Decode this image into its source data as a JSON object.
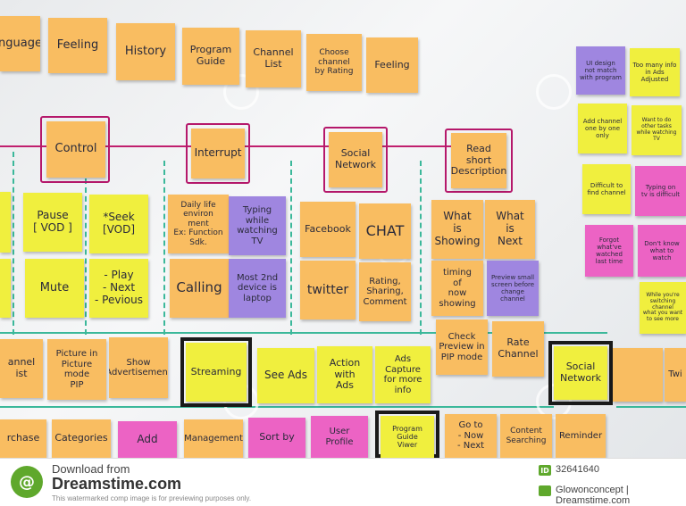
{
  "notes": {
    "n1": "nguage",
    "n2": "Feeling",
    "n3": "History",
    "n4": "Program\nGuide",
    "n5": "Channel\nList",
    "n6": "Choose\nchannel\nby Rating",
    "n7": "Feeling",
    "n8": "Control",
    "n9": "Interrupt",
    "n10": "Social\nNetwork",
    "n11": "Read\nshort\nDescription",
    "n12": "Pause\n[ VOD ]",
    "n13": "*Seek\n[VOD]",
    "n14": "Mute",
    "n15": "- Play\n- Next\n- Pevious",
    "n16": "Daily life\nenviron\nment\nEx: Function Sdk.",
    "n17": "Typing\nwhile\nwatching TV",
    "n18": "Calling",
    "n19": "Most 2nd\ndevice is\nlaptop",
    "n20": "Facebook",
    "n21": "CHAT",
    "n22": "twitter",
    "n23": "Rating,\nSharing,\nComment",
    "n24": "What\nis\nShowing",
    "n25": "What\nis\nNext",
    "n26": "timing\nof\nnow showing",
    "n27": "Preview small\nscreen before\nchange channel",
    "n28": "Check\nPreview in\nPIP mode",
    "n29": "Rate\nChannel",
    "n30": "annel\nist",
    "n31": "Picture in\nPicture mode\nPIP",
    "n32": "Show\nAdvertisement",
    "n33": "Streaming",
    "n34": "See Ads",
    "n35": "Action\nwith\nAds",
    "n36": "Ads\nCapture\nfor more info",
    "n37": "Social\nNetwork",
    "n38": "",
    "n39": "Twi",
    "n40": "rchase",
    "n41": "Categories",
    "n42": "Add",
    "n43": "Management",
    "n44": "Sort by",
    "n45": "User\nProfile",
    "n46": "Program Guide\nViwer",
    "n47": "Go to\n- Now\n- Next",
    "n48": "Content\nSearching",
    "n49": "Reminder",
    "n50": "UI design\nnot match\nwith program",
    "n51": "Too many info\nin Ads\nAdjusted",
    "n52": "Add channel\none by one\nonly",
    "n53": "Want to do\nother tasks\nwhile watching TV",
    "n54": "Difficult to\nfind channel",
    "n55": "Typing on\ntv is difficult",
    "n56": "Forgot what've\nwatched\nlast time",
    "n57": "Don't know\nwhat to\nwatch",
    "n58": "While you're\nswitching channel\nwhat you want\nto see more"
  },
  "footer": {
    "download_label": "Download from",
    "site_name": "Dreamstime.com",
    "disclaimer": "This watermarked comp image is for previewing purposes only.",
    "id_badge": "ID",
    "image_id": "32641640",
    "credit": "Glowonconcept | Dreamstime.com",
    "logo_glyph": "@"
  },
  "watermark": {
    "text": "dreamstime"
  },
  "colors": {
    "orange": "#f7a94a",
    "yellow": "#f0ef3e",
    "pink": "#ec63c4",
    "violet": "#9f86e0",
    "magenta_line": "#c01f6e",
    "green_line": "#3bb89a",
    "logo_green": "#5fa82c"
  }
}
